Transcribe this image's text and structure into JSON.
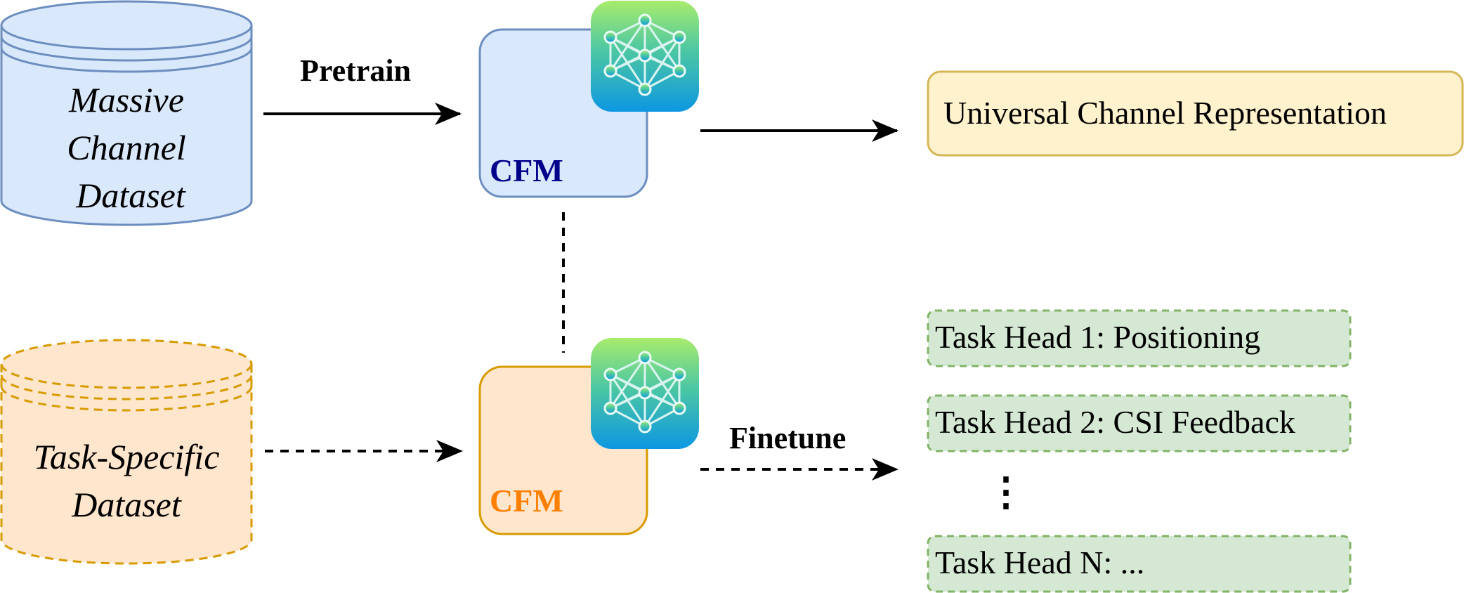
{
  "databases": {
    "massive": {
      "lines": [
        "Massive",
        "Channel",
        "Dataset"
      ]
    },
    "task_specific": {
      "lines": [
        "Task-Specific",
        "Dataset"
      ]
    }
  },
  "edges": {
    "pretrain": "Pretrain",
    "finetune": "Finetune"
  },
  "models": {
    "top": {
      "label": "CFM",
      "label_color": "#00008b"
    },
    "bottom": {
      "label": "CFM",
      "label_color": "#ff8000"
    }
  },
  "outputs": {
    "representation": "Universal Channel Representation",
    "task_heads": [
      "Task Head 1: Positioning",
      "Task Head 2: CSI Feedback",
      "Task Head N: ..."
    ],
    "ellipsis": "⋮"
  },
  "icons": {
    "model": "neural-network-icon"
  },
  "colors": {
    "blue_fill": "#dae8fc",
    "blue_stroke": "#6c8ebf",
    "orange_fill": "#ffe6cc",
    "orange_stroke": "#d79b00",
    "yellow_fill": "#fff2cc",
    "yellow_stroke": "#d6b656",
    "green_fill": "#d5e8d4",
    "green_stroke": "#82b366",
    "icon_gradient_top": "#a8ec6c",
    "icon_gradient_bottom": "#0d97e2"
  }
}
